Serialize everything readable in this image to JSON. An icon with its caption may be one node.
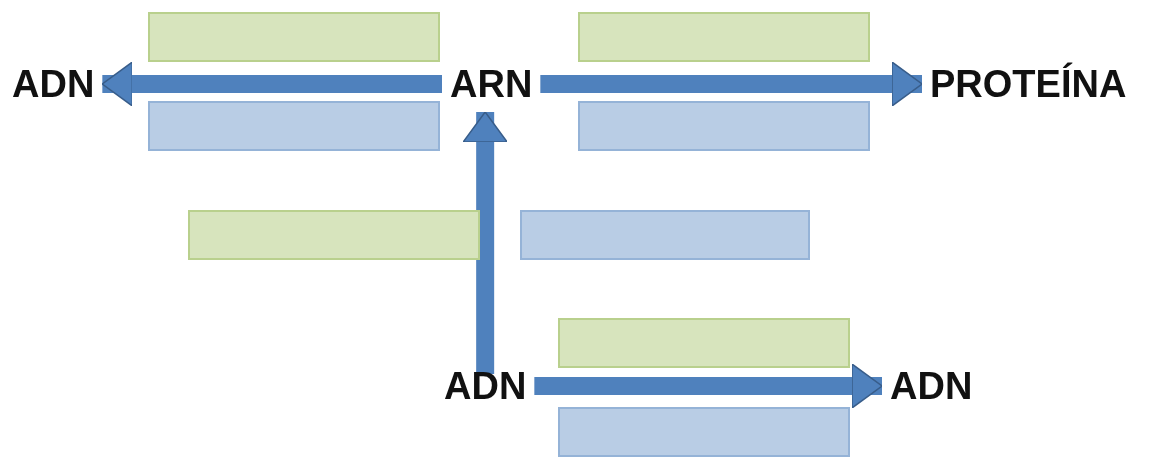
{
  "diagram": {
    "nodes": [
      {
        "text": [],
        "shape": "box"
      },
      {
        "text": [],
        "shape": "box"
      },
      {
        "text": [
          "ADN"
        ]
      },
      {
        "text": [
          "ARN"
        ]
      },
      {
        "text": [
          "PROTEÍNA"
        ]
      },
      {
        "text": [],
        "shape": "box"
      },
      {
        "text": [],
        "shape": "box"
      },
      {
        "text": [],
        "shape": "box"
      },
      {
        "text": [],
        "shape": "box"
      },
      {
        "text": [],
        "shape": "box"
      },
      {
        "text": [
          "ADN"
        ]
      },
      {
        "text": [
          "ADN"
        ]
      },
      {
        "text": [],
        "shape": "box"
      }
    ],
    "edges": [
      {
        "from": 3,
        "to": 2,
        "arrow": "to"
      },
      {
        "from": 3,
        "to": 4,
        "arrow": "to"
      },
      {
        "from": 10,
        "to": 3,
        "arrow": "to"
      },
      {
        "from": 10,
        "to": 11,
        "arrow": "to"
      }
    ]
  }
}
